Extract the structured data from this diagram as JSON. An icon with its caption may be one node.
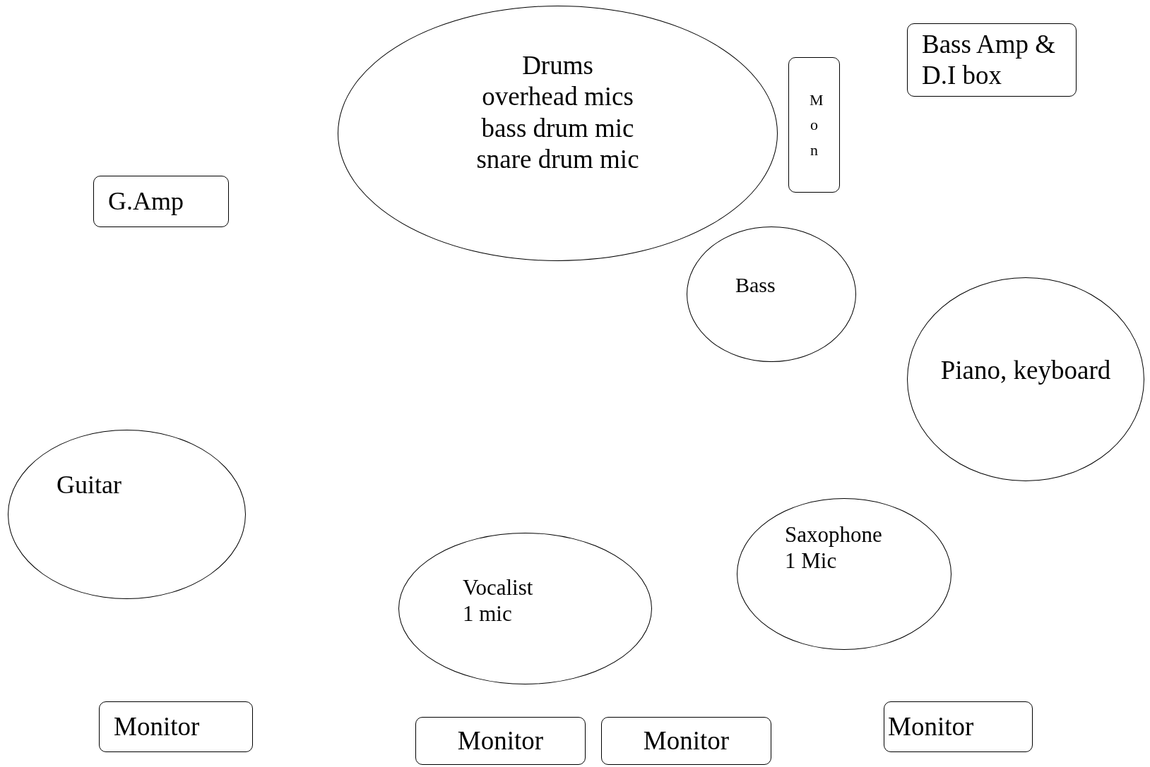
{
  "diagram": {
    "nodes": [
      {
        "text": [
          "Drums",
          "overhead mics",
          "bass drum mic",
          "snare drum mic"
        ]
      },
      {
        "text": [
          "Bass Amp & D.I box"
        ]
      },
      {
        "text": [
          "Mon"
        ]
      },
      {
        "text": [
          "G.Amp"
        ]
      },
      {
        "text": [
          "Bass"
        ]
      },
      {
        "text": [
          "Piano, keyboard"
        ]
      },
      {
        "text": [
          "Guitar"
        ]
      },
      {
        "text": [
          "Saxophone",
          "1 Mic"
        ]
      },
      {
        "text": [
          "Vocalist",
          "1 mic"
        ]
      },
      {
        "text": [
          "Monitor"
        ]
      },
      {
        "text": [
          "Monitor"
        ]
      },
      {
        "text": [
          "Monitor"
        ]
      },
      {
        "text": [
          "Monitor"
        ]
      }
    ],
    "edges": []
  }
}
